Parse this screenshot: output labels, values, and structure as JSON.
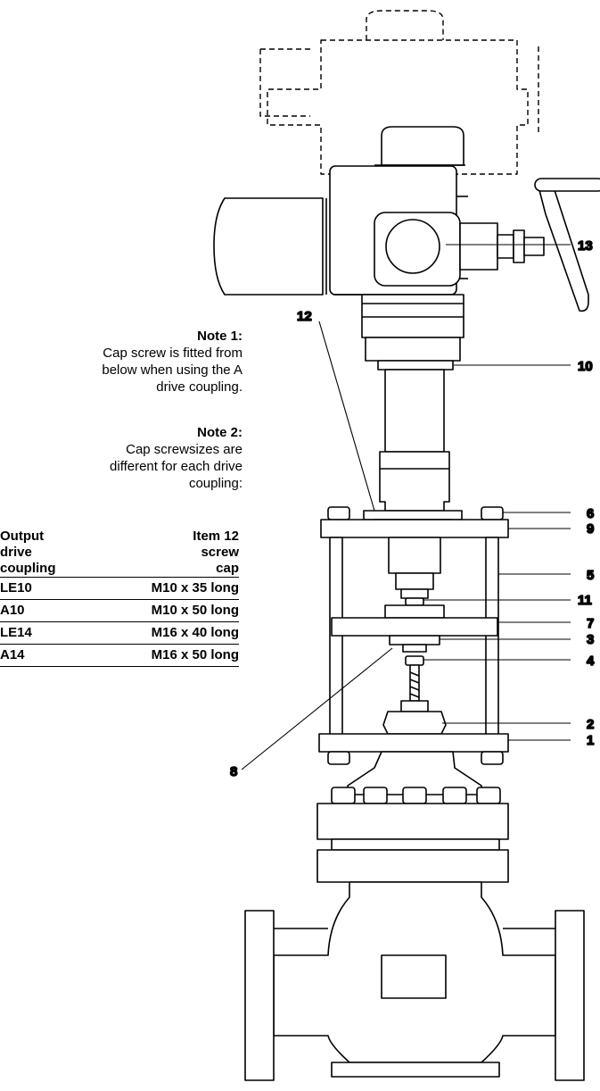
{
  "notes": [
    {
      "heading": "Note 1:",
      "lines": [
        "Cap screw is fitted from",
        "below when using the A",
        "drive coupling."
      ]
    },
    {
      "heading": "Note 2:",
      "lines": [
        "Cap screwsizes are",
        "different for each drive",
        "coupling:"
      ]
    }
  ],
  "table": {
    "header_left": [
      "Output",
      "drive",
      "coupling"
    ],
    "header_right": [
      "Item 12",
      "screw",
      "cap"
    ],
    "rows": [
      {
        "coupling": "LE10",
        "screw": "M10 x 35 long"
      },
      {
        "coupling": "A10",
        "screw": "M10 x 50 long"
      },
      {
        "coupling": "LE14",
        "screw": "M16 x 40 long"
      },
      {
        "coupling": "A14",
        "screw": "M16 x 50 long"
      }
    ]
  },
  "callouts": [
    "1",
    "2",
    "3",
    "4",
    "5",
    "6",
    "7",
    "8",
    "9",
    "10",
    "11",
    "12",
    "13"
  ]
}
